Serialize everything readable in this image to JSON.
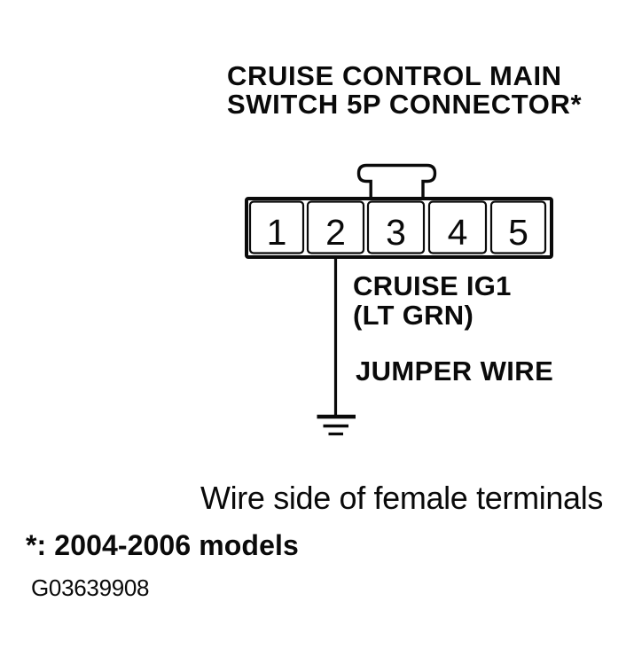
{
  "page": {
    "background_color": "#ffffff",
    "ink_color": "#0a0a0a"
  },
  "diagram": {
    "title_line1": "CRUISE CONTROL MAIN",
    "title_line2": "SWITCH 5P CONNECTOR*",
    "connector": {
      "pins": [
        "1",
        "2",
        "3",
        "4",
        "5"
      ]
    },
    "wire_label_line1": "CRUISE IG1",
    "wire_label_line2": "(LT GRN)",
    "jumper_label": "JUMPER WIRE",
    "caption": "Wire side of female terminals",
    "footnote": "*: 2004-2006 models",
    "doc_number": "G03639908"
  }
}
